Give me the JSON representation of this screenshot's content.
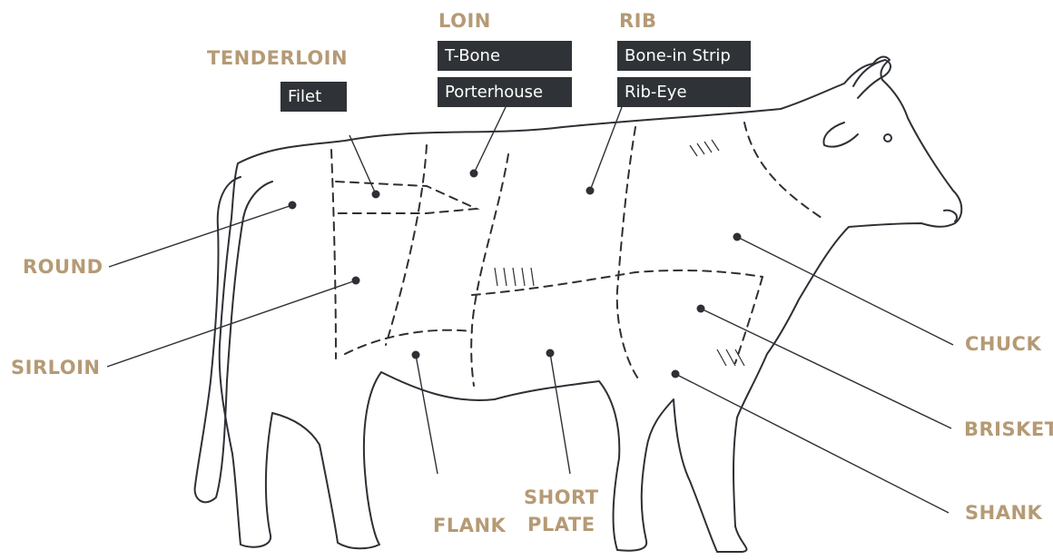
{
  "cuts": {
    "tenderloin": {
      "label": "TENDERLOIN",
      "items": [
        "Filet"
      ]
    },
    "loin": {
      "label": "LOIN",
      "items": [
        "T-Bone",
        "Porterhouse"
      ]
    },
    "rib": {
      "label": "RIB",
      "items": [
        "Bone-in Strip",
        "Rib-Eye"
      ]
    },
    "round": {
      "label": "ROUND"
    },
    "sirloin": {
      "label": "SIRLOIN"
    },
    "chuck": {
      "label": "CHUCK"
    },
    "brisket": {
      "label": "BRISKET"
    },
    "shank": {
      "label": "SHANK"
    },
    "flank": {
      "label": "FLANK"
    },
    "short_plate": {
      "label_line1": "SHORT",
      "label_line2": "PLATE"
    }
  },
  "colors": {
    "label": "#b59a74",
    "tag_background": "#2f3236",
    "tag_text": "#ffffff",
    "line": "#2d3035"
  }
}
